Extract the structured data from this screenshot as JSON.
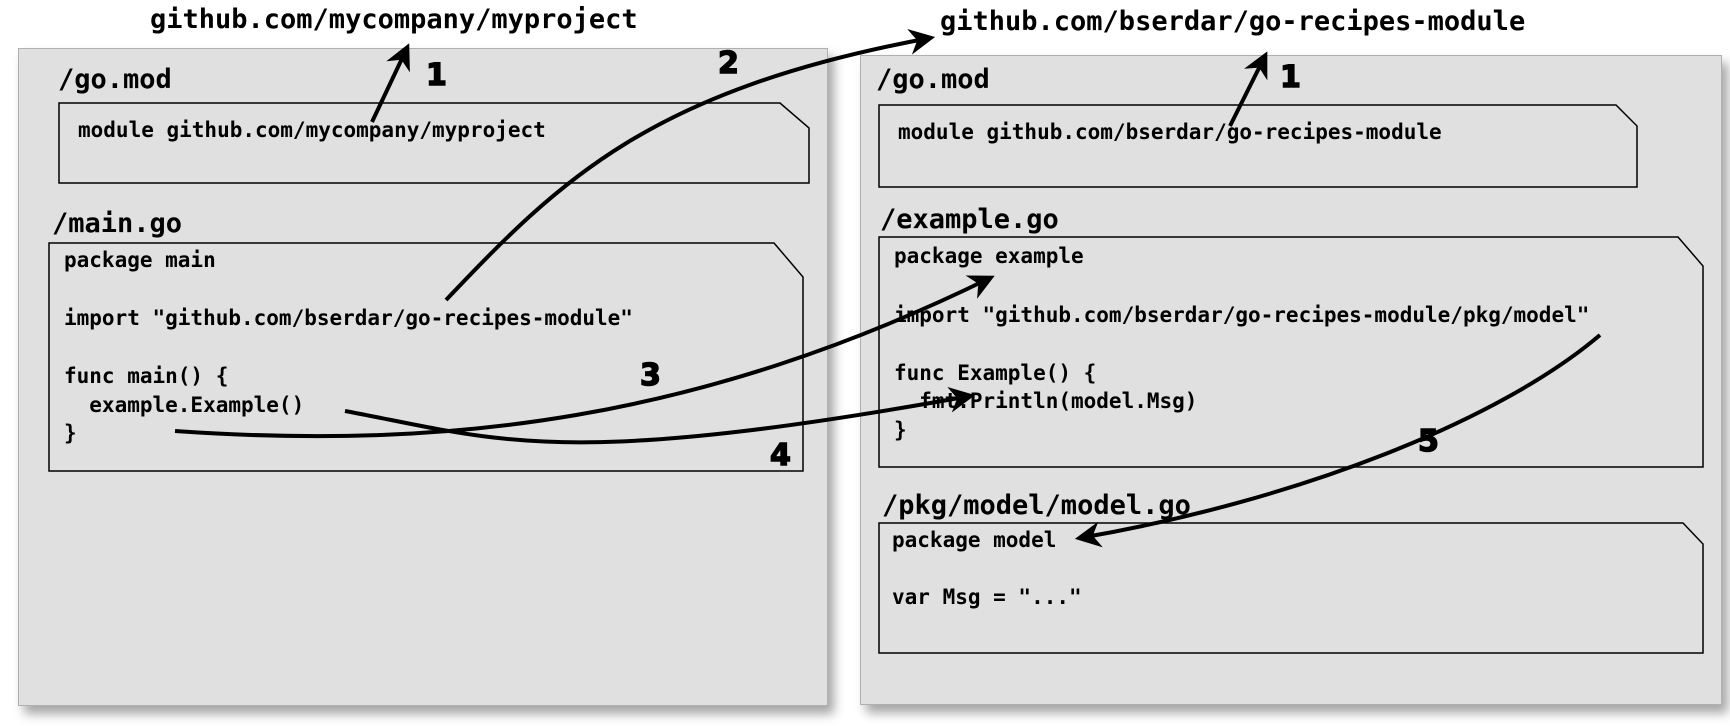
{
  "left_project": {
    "url": "github.com/mycompany/myproject",
    "gomod": {
      "filename": "/go.mod",
      "lines": [
        "module github.com/mycompany/myproject"
      ]
    },
    "maingo": {
      "filename": "/main.go",
      "lines": [
        "package main",
        "",
        "import \"github.com/bserdar/go-recipes-module\"",
        "",
        "func main() {",
        "  example.Example()",
        "}"
      ]
    }
  },
  "right_project": {
    "url": "github.com/bserdar/go-recipes-module",
    "gomod": {
      "filename": "/go.mod",
      "lines": [
        "module github.com/bserdar/go-recipes-module"
      ]
    },
    "examplego": {
      "filename": "/example.go",
      "lines": [
        "package example",
        "",
        "import \"github.com/bserdar/go-recipes-module/pkg/model\"",
        "",
        "func Example() {",
        "  fmt.Println(model.Msg)",
        "}"
      ]
    },
    "modelgo": {
      "filename": "/pkg/model/model.go",
      "lines": [
        "package model",
        "",
        "var Msg = \"...\""
      ]
    }
  },
  "steps": {
    "left_gomod": "1",
    "import_to_module": "2",
    "call_to_package": "3",
    "call_to_function": "4",
    "right_gomod": "1",
    "model_import": "5"
  }
}
